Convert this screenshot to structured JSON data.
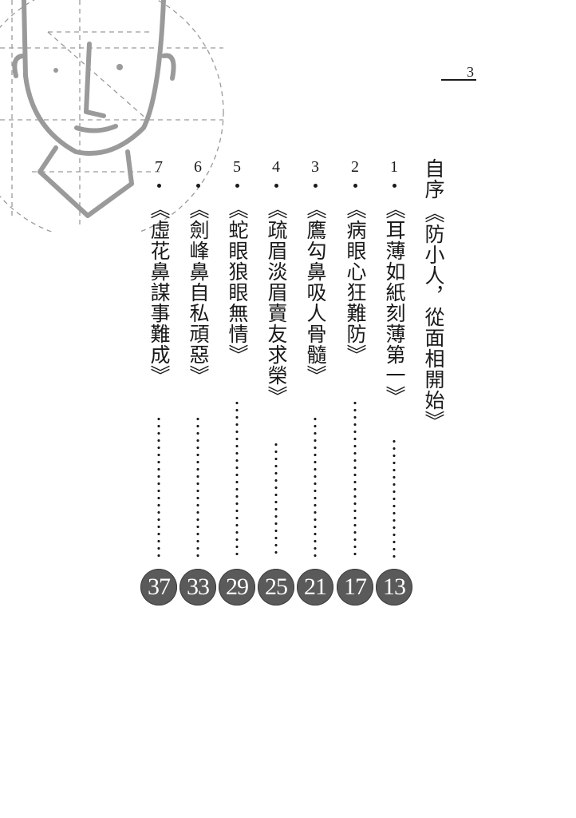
{
  "page_number": "3",
  "preface": {
    "label": "自序",
    "title": "《防小人，從面相開始》"
  },
  "entries": [
    {
      "num": "1",
      "title": "《耳薄如紙刻薄第一》",
      "page": "13"
    },
    {
      "num": "2",
      "title": "《病眼心狂難防》",
      "page": "17"
    },
    {
      "num": "3",
      "title": "《鷹勾鼻吸人骨髓》",
      "page": "21"
    },
    {
      "num": "4",
      "title": "《疏眉淡眉賣友求榮》",
      "page": "25"
    },
    {
      "num": "5",
      "title": "《蛇眼狼眼無情》",
      "page": "29"
    },
    {
      "num": "6",
      "title": "《劍峰鼻自私頑惡》",
      "page": "33"
    },
    {
      "num": "7",
      "title": "《虛花鼻謀事難成》",
      "page": "37"
    }
  ],
  "colors": {
    "badge": "#5a5a5a",
    "text": "#1a1a1a",
    "illustration": "#9a9a9a"
  },
  "illustration": "face-sketch-with-guidelines"
}
